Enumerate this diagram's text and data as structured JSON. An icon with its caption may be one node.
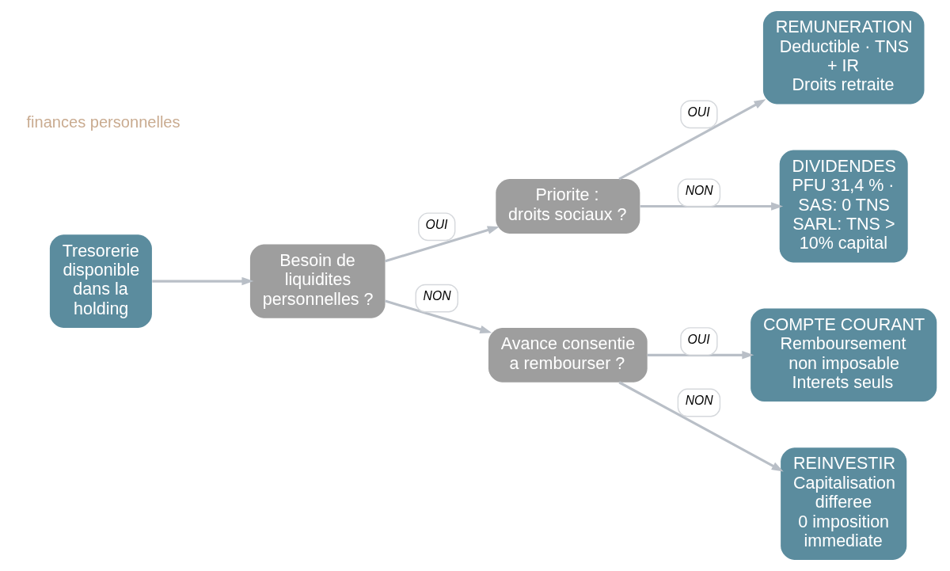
{
  "diagram": {
    "nodes": [
      {
        "text": [
          "Tresorerie disponible dans la holding"
        ]
      },
      {
        "text": [
          "Besoin de liquidites personnelles ?"
        ]
      },
      {
        "text": [
          "Priorite : droits sociaux ?"
        ]
      },
      {
        "text": [
          "REMUNERATION",
          "Deductible · TNS + IR",
          "Droits retraite"
        ]
      },
      {
        "text": [
          "DIVIDENDES",
          "PFU 31,4 % · SAS: 0 TNS",
          "SARL: TNS > 10% capital"
        ]
      },
      {
        "text": [
          "Avance consentie a rembourser ?"
        ]
      },
      {
        "text": [
          "COMPTE COURANT",
          "Remboursement non imposable",
          "Interets seuls"
        ]
      },
      {
        "text": [
          "REINVESTIR",
          "Capitalisation differee",
          "0 imposition immediate"
        ]
      }
    ],
    "edges": [
      {
        "from": 0,
        "to": 1,
        "arrow": "to"
      },
      {
        "from": 1,
        "to": 2,
        "arrow": "to",
        "label": "OUI"
      },
      {
        "from": 1,
        "to": 5,
        "arrow": "to",
        "label": "NON"
      },
      {
        "from": 2,
        "to": 3,
        "arrow": "to",
        "label": "OUI"
      },
      {
        "from": 2,
        "to": 4,
        "arrow": "to",
        "label": "NON"
      },
      {
        "from": 5,
        "to": 6,
        "arrow": "to",
        "label": "OUI"
      },
      {
        "from": 5,
        "to": 7,
        "arrow": "to",
        "label": "NON"
      }
    ],
    "labels": [
      "finances personnelles"
    ]
  }
}
